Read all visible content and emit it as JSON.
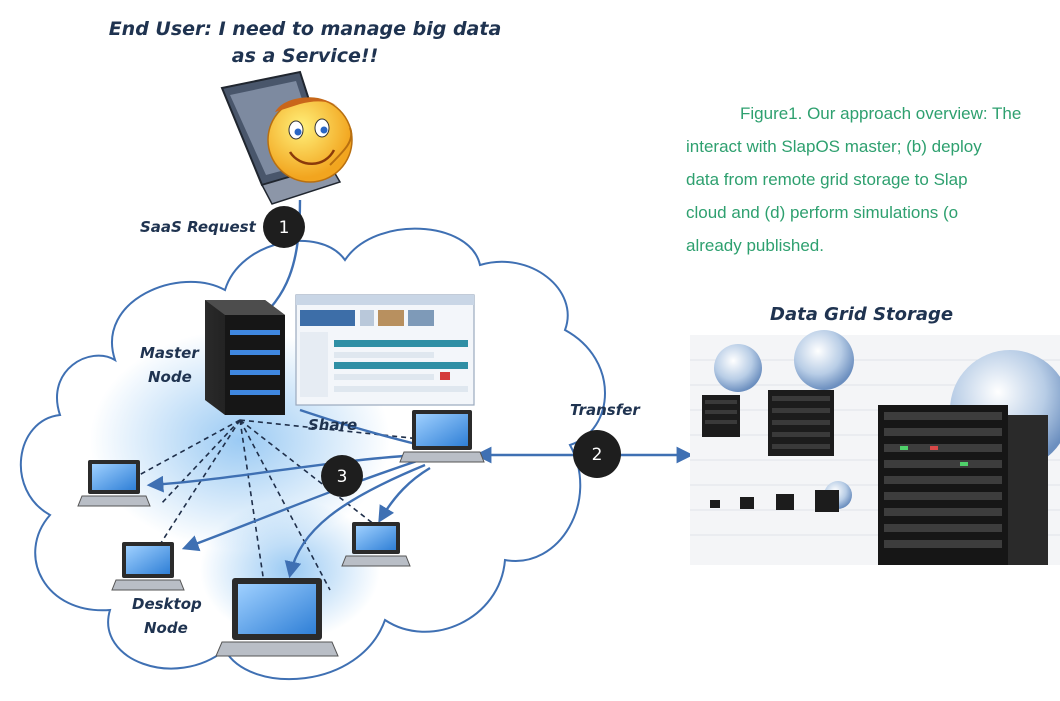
{
  "heading": {
    "line1": "End User: I need to manage  big data",
    "line2": "as a Service!!"
  },
  "labels": {
    "saas_request": "SaaS Request",
    "master_node": [
      "Master",
      "Node"
    ],
    "share": "Share",
    "transfer": "Transfer",
    "desktop_node": [
      "Desktop",
      "Node"
    ],
    "data_grid_storage": "Data Grid Storage"
  },
  "steps": [
    "1",
    "2",
    "3"
  ],
  "caption": [
    "Figure1. Our approach overview: The",
    "interact with SlapOS master; (b) deploy",
    "data from remote grid storage to Slap",
    "cloud and (d) perform simulations (o",
    "already published."
  ],
  "colors": {
    "accent_blue": "#3f70b3",
    "caption_green": "#2ea06f",
    "badge": "#1e1e1e"
  }
}
